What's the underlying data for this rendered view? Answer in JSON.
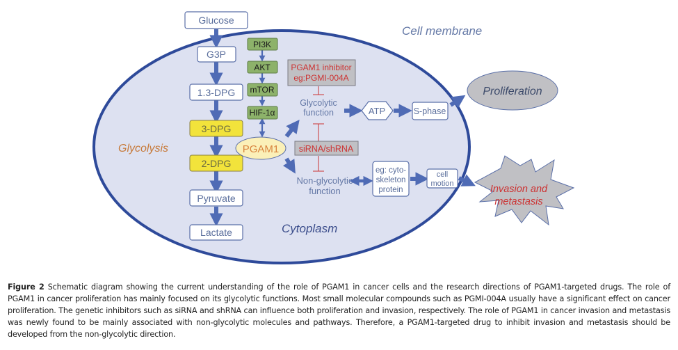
{
  "diagram": {
    "labels": {
      "cell_membrane": "Cell membrane",
      "cytoplasm": "Cytoplasm",
      "glycolysis": "Glycolysis"
    },
    "glycolysis_steps": [
      "Glucose",
      "G3P",
      "1.3-DPG",
      "3-DPG",
      "2-DPG",
      "Pyruvate",
      "Lactate"
    ],
    "highlighted_steps": [
      "3-DPG",
      "2-DPG"
    ],
    "signaling_pathway": [
      "PI3K",
      "AKT",
      "mTOR",
      "HIF-1α"
    ],
    "pgam1": "PGAM1",
    "inhibitor_box": {
      "line1": "PGAM1 inhibitor",
      "line2": "eg:PGMI-004A"
    },
    "sirna_box": "siRNA/shRNA",
    "glycolytic_function": {
      "line1": "Glycolytic",
      "line2": "function"
    },
    "non_glycolytic_function": {
      "line1": "Non-glycolytic",
      "line2": "function"
    },
    "atp": "ATP",
    "s_phase": "S-phase",
    "proliferation": "Proliferation",
    "cytoskeleton": {
      "line1": "eg: cyto-",
      "line2": "skeleton",
      "line3": "protein"
    },
    "cell_motion": {
      "line1": "cell",
      "line2": "motion"
    },
    "invasion": {
      "line1": "Invasion and",
      "line2": "metastasis"
    },
    "colors": {
      "membrane": "#2e4a9a",
      "cytoplasm_fill": "#dde1f1",
      "arrow": "#4f6bb5",
      "box_border": "#5a6fa8",
      "text_blue": "#5a6e9c",
      "highlight_yellow": "#f2e33b",
      "pathway_green": "#8db26a",
      "inhibitor_red": "#cc3333",
      "glycolysis_orange": "#c77a3a",
      "gray_box": "#c0c0c4"
    }
  },
  "caption": {
    "label": "Figure 2",
    "text": "Schematic diagram showing the current understanding of the role of PGAM1 in cancer cells and the research directions of PGAM1-targeted drugs. The role of PGAM1 in cancer proliferation has mainly focused on its glycolytic functions. Most small molecular compounds such as PGMI-004A usually have a significant effect on cancer proliferation. The genetic inhibitors such as siRNA and shRNA can influence both proliferation and invasion, respectively. The role of PGAM1 in cancer invasion and metastasis was newly found to be mainly associated with non-glycolytic molecules and pathways. Therefore, a PGAM1-targeted drug to inhibit invasion and metastasis should be developed from the non-glycolytic direction."
  }
}
